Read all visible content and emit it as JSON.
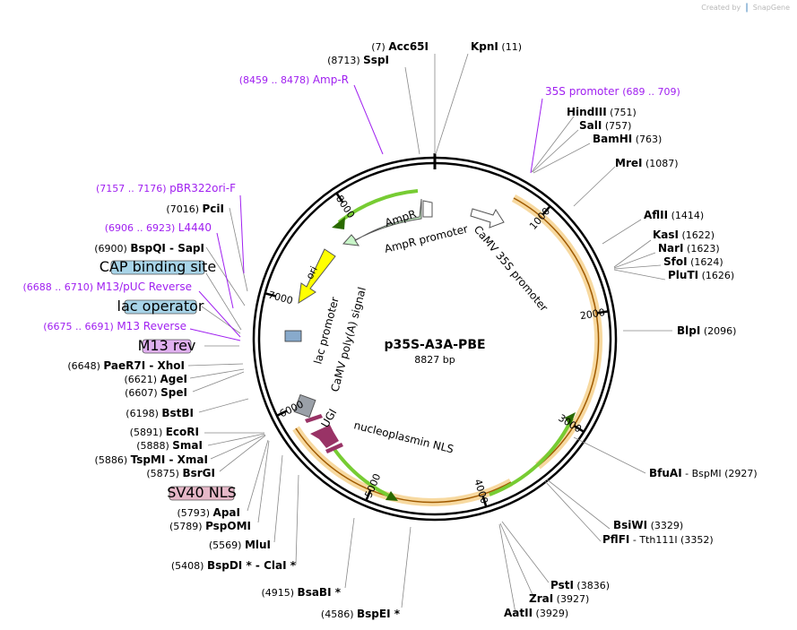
{
  "credit": {
    "prefix": "Created by",
    "brand": "SnapGene"
  },
  "plasmid": {
    "name": "p35S-A3A-PBE",
    "length": "8827 bp"
  },
  "ticks": [
    "1000",
    "2000",
    "3000",
    "4000",
    "5000",
    "6000",
    "7000",
    "8000"
  ],
  "sites": [
    {
      "pre": "(7)",
      "name": "Acc65I",
      "post": ""
    },
    {
      "pre": "",
      "name": "KpnI",
      "post": "(11)"
    },
    {
      "pre": "(8713)",
      "name": "SspI",
      "post": ""
    },
    {
      "pre": "",
      "name": "HindIII",
      "post": "(751)"
    },
    {
      "pre": "",
      "name": "SalI",
      "post": "(757)"
    },
    {
      "pre": "",
      "name": "BamHI",
      "post": "(763)"
    },
    {
      "pre": "",
      "name": "MreI",
      "post": "(1087)"
    },
    {
      "pre": "",
      "name": "AflII",
      "post": "(1414)"
    },
    {
      "pre": "",
      "name": "KasI",
      "post": "(1622)"
    },
    {
      "pre": "",
      "name": "NarI",
      "post": "(1623)"
    },
    {
      "pre": "",
      "name": "SfoI",
      "post": "(1624)"
    },
    {
      "pre": "",
      "name": "PluTI",
      "post": "(1626)"
    },
    {
      "pre": "",
      "name": "BlpI",
      "post": "(2096)"
    },
    {
      "pre": "",
      "name": "BfuAI",
      "post": " - BspMI (2927)"
    },
    {
      "pre": "",
      "name": "BsiWI",
      "post": "(3329)"
    },
    {
      "pre": "",
      "name": "PflFI",
      "post": " - Tth111I (3352)"
    },
    {
      "pre": "",
      "name": "PstI",
      "post": "(3836)"
    },
    {
      "pre": "",
      "name": "ZraI",
      "post": "(3927)"
    },
    {
      "pre": "",
      "name": "AatII",
      "post": "(3929)"
    },
    {
      "pre": "(4586)",
      "name": "BspEI *",
      "post": ""
    },
    {
      "pre": "(4915)",
      "name": "BsaBI *",
      "post": ""
    },
    {
      "pre": "(5408)",
      "name": "BspDI * - ClaI *",
      "post": ""
    },
    {
      "pre": "(5569)",
      "name": "MluI",
      "post": ""
    },
    {
      "pre": "(5789)",
      "name": "PspOMI",
      "post": ""
    },
    {
      "pre": "(5793)",
      "name": "ApaI",
      "post": ""
    },
    {
      "pre": "(5875)",
      "name": "BsrGI",
      "post": ""
    },
    {
      "pre": "(5886)",
      "name": "TspMI - XmaI",
      "post": ""
    },
    {
      "pre": "(5888)",
      "name": "SmaI",
      "post": ""
    },
    {
      "pre": "(5891)",
      "name": "EcoRI",
      "post": ""
    },
    {
      "pre": "(6198)",
      "name": "BstBI",
      "post": ""
    },
    {
      "pre": "(6607)",
      "name": "SpeI",
      "post": ""
    },
    {
      "pre": "(6621)",
      "name": "AgeI",
      "post": ""
    },
    {
      "pre": "(6648)",
      "name": "PaeR7I - XhoI",
      "post": ""
    },
    {
      "pre": "(6900)",
      "name": "BspQI - SapI",
      "post": ""
    },
    {
      "pre": "(7016)",
      "name": "PciI",
      "post": ""
    }
  ],
  "primers": [
    {
      "range": "(8459 .. 8478)",
      "name": "Amp-R"
    },
    {
      "range": "(689 .. 709)",
      "name": "35S promoter"
    },
    {
      "range": "(7157 .. 7176)",
      "name": "pBR322ori-F"
    },
    {
      "range": "(6906 .. 6923)",
      "name": "L4440"
    },
    {
      "range": "(6688 .. 6710)",
      "name": "M13/pUC Reverse"
    },
    {
      "range": "(6675 .. 6691)",
      "name": "M13 Reverse"
    }
  ],
  "boxes": [
    {
      "name": "CAP binding site",
      "color": "#a8d4e8"
    },
    {
      "name": "lac operator",
      "color": "#a8d4e8"
    },
    {
      "name": "M13 rev",
      "color": "#e0b0f0"
    },
    {
      "name": "SV40 NLS",
      "color": "#e6b8c8"
    }
  ],
  "features": [
    {
      "name": "AmpR",
      "color": "#c8f5c8"
    },
    {
      "name": "AmpR promoter",
      "color": "#ffffff"
    },
    {
      "name": "CaMV 35S promoter",
      "color": "#ffffff"
    },
    {
      "name": "ori",
      "color": "#ffff00"
    },
    {
      "name": "lac promoter",
      "color": "#ffffff"
    },
    {
      "name": "CaMV poly(A) signal",
      "color": "#ffffff"
    },
    {
      "name": "UGI",
      "color": "#993366"
    },
    {
      "name": "nucleoplasmin NLS",
      "color": "#993366"
    }
  ],
  "colors": {
    "purple": "#a020f0",
    "orange": "#f5a623",
    "green": "#77cc33",
    "backbone": "#000000"
  }
}
